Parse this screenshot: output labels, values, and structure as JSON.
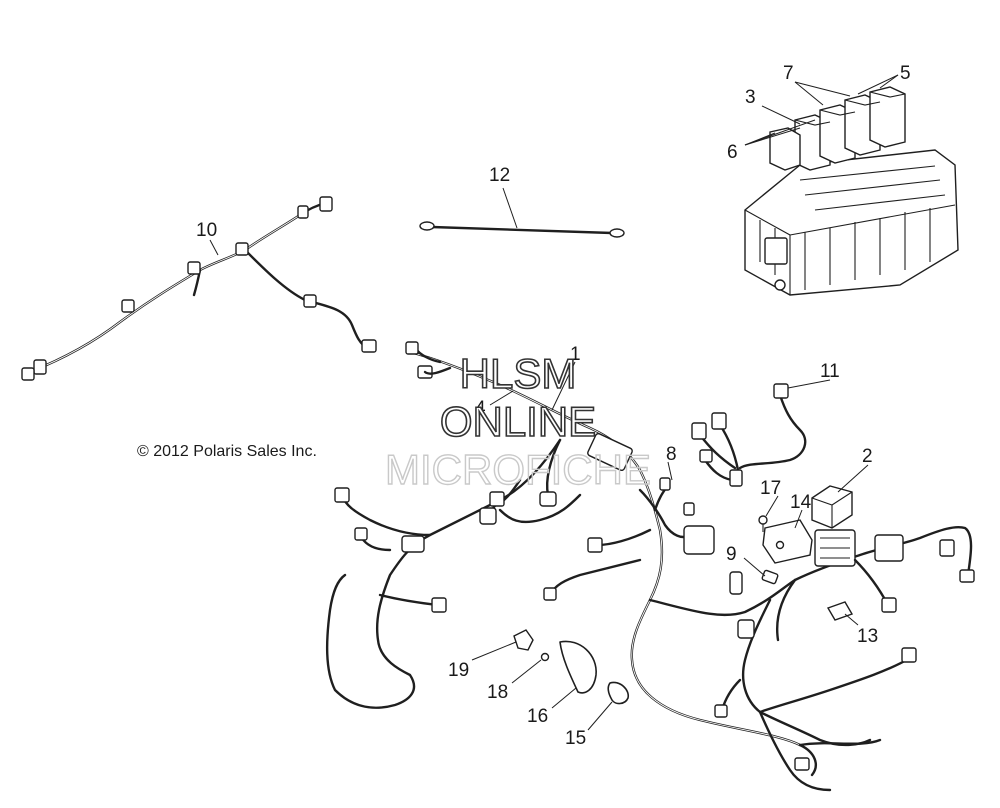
{
  "copyright": "© 2012 Polaris Sales Inc.",
  "watermark": {
    "line1": "HLSM",
    "line2": "ONLINE",
    "line3": "MICROFICHE"
  },
  "callouts": {
    "c1": "1",
    "c2": "2",
    "c3": "3",
    "c4": "4",
    "c5": "5",
    "c6": "6",
    "c7": "7",
    "c8": "8",
    "c9": "9",
    "c10": "10",
    "c11": "11",
    "c12": "12",
    "c13": "13",
    "c14": "14",
    "c15": "15",
    "c16": "16",
    "c17": "17",
    "c18": "18",
    "c19": "19"
  }
}
